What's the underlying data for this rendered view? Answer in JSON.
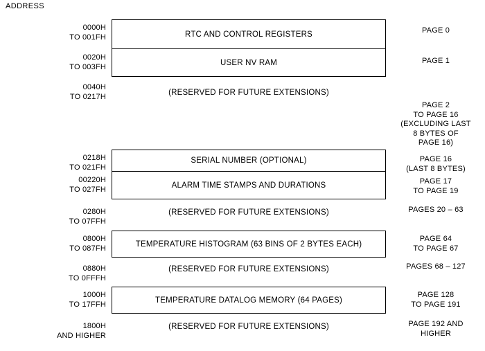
{
  "diagram": {
    "header": "ADDRESS",
    "rows": [
      {
        "address": [
          "0000H",
          "TO 001FH"
        ],
        "region": "RTC AND CONTROL REGISTERS",
        "boxed": true,
        "pages": [
          "PAGE 0"
        ]
      },
      {
        "address": [
          "0020H",
          "TO 003FH"
        ],
        "region": "USER NV RAM",
        "boxed": true,
        "pages": [
          "PAGE 1"
        ]
      },
      {
        "address": [
          "0040H",
          "TO 0217H"
        ],
        "region": "(RESERVED FOR FUTURE EXTENSIONS)",
        "boxed": false,
        "pages": [
          "PAGE 2",
          "TO PAGE 16",
          "(EXCLUDING LAST",
          "8 BYTES OF",
          "PAGE 16)"
        ]
      },
      {
        "address": [
          "0218H",
          "TO 021FH"
        ],
        "region": "SERIAL NUMBER (OPTIONAL)",
        "boxed": true,
        "pages": [
          "PAGE 16",
          "(LAST 8 BYTES)"
        ]
      },
      {
        "address": [
          "00220H",
          "TO 027FH"
        ],
        "region": "ALARM TIME STAMPS AND DURATIONS",
        "boxed": true,
        "pages": [
          "PAGE 17",
          "TO PAGE 19"
        ]
      },
      {
        "address": [
          "0280H",
          "TO 07FFH"
        ],
        "region": "(RESERVED FOR FUTURE EXTENSIONS)",
        "boxed": false,
        "pages": [
          "PAGES 20 – 63"
        ]
      },
      {
        "address": [
          "0800H",
          "TO 087FH"
        ],
        "region": "TEMPERATURE HISTOGRAM (63 BINS OF 2 BYTES EACH)",
        "boxed": true,
        "pages": [
          "PAGE 64",
          "TO PAGE 67"
        ]
      },
      {
        "address": [
          "0880H",
          "TO 0FFFH"
        ],
        "region": "(RESERVED FOR FUTURE EXTENSIONS)",
        "boxed": false,
        "pages": [
          "PAGES 68 – 127"
        ]
      },
      {
        "address": [
          "1000H",
          "TO 17FFH"
        ],
        "region": "TEMPERATURE DATALOG MEMORY (64 PAGES)",
        "boxed": true,
        "pages": [
          "PAGE 128",
          "TO PAGE 191"
        ]
      },
      {
        "address": [
          "1800H",
          "AND HIGHER"
        ],
        "region": "(RESERVED FOR FUTURE EXTENSIONS)",
        "boxed": false,
        "pages": [
          "PAGE 192 AND",
          "HIGHER"
        ]
      }
    ]
  }
}
